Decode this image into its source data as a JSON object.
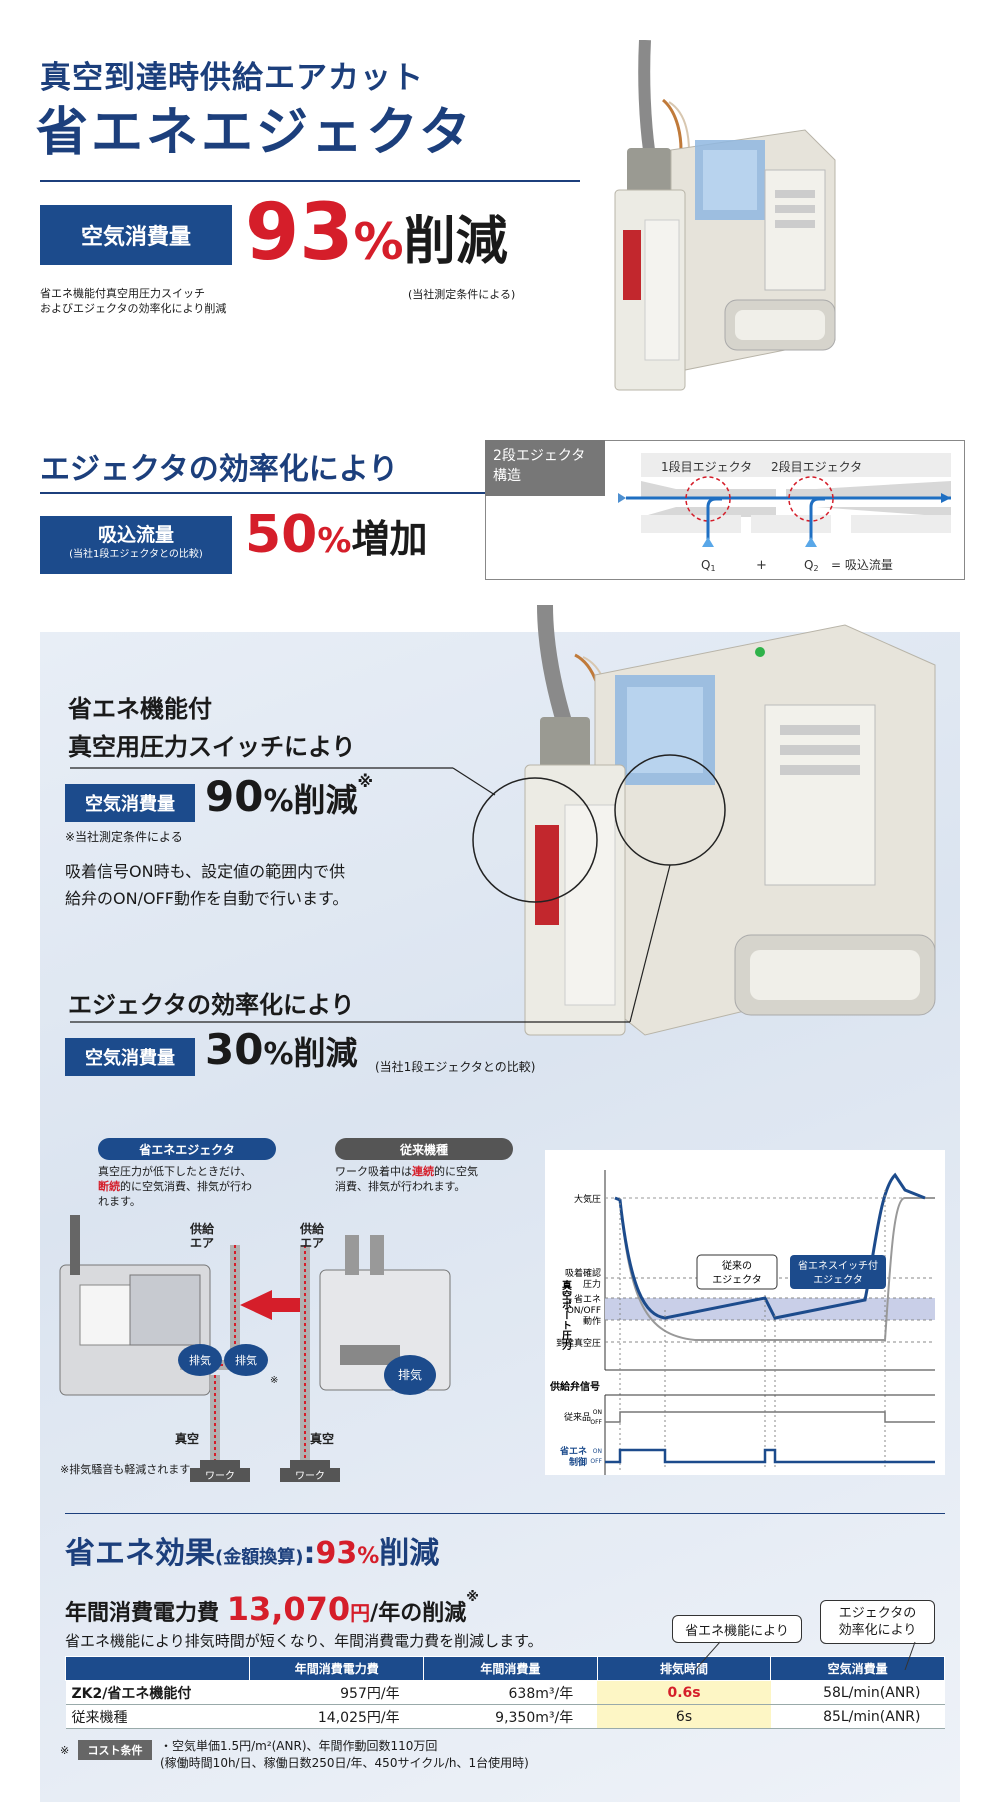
{
  "header": {
    "subtitle": "真空到達時供給エアカット",
    "title": "省エネエジェクタ",
    "consumption_label": "空気消費量",
    "reduction_value": "93",
    "reduction_unit": "%",
    "reduction_text": "削減",
    "note_left_1": "省エネ機能付真空用圧力スイッチ",
    "note_left_2": "およびエジェクタの効率化により削減",
    "note_right": "(当社測定条件による)"
  },
  "efficiency": {
    "heading": "エジェクタの効率化により",
    "label": "吸込流量",
    "label_sub": "(当社1段エジェクタとの比較)",
    "value": "50",
    "unit": "%",
    "text": "増加"
  },
  "ejector_structure": {
    "title_1": "2段エジェクタ",
    "title_2": "構造",
    "stage1": "1段目エジェクタ",
    "stage2": "2段目エジェクタ",
    "q1": "Q",
    "q1_sub": "1",
    "plus": "+",
    "q2": "Q",
    "q2_sub": "2",
    "equals": "= 吸込流量"
  },
  "blue_section": {
    "heading1_line1": "省エネ機能付",
    "heading1_line2": "真空用圧力スイッチにより",
    "label1": "空気消費量",
    "value1": "90",
    "unit1": "%",
    "text1": "削減",
    "mark1": "※",
    "note1": "※当社測定条件による",
    "desc_line1": "吸着信号ON時も、設定値の範囲内で供",
    "desc_line2": "給弁のON/OFF動作を自動で行います。",
    "heading2": "エジェクタの効率化により",
    "label2": "空気消費量",
    "value2": "30",
    "unit2": "%",
    "text2": "削減",
    "note2": "(当社1段エジェクタとの比較)"
  },
  "comparison": {
    "pill_eco": "省エネエジェクタ",
    "pill_old": "従来機種",
    "eco_desc_1": "真空圧力が低下したときだけ、",
    "eco_desc_2a": "断続",
    "eco_desc_2b": "的に空気消費、排気が行わ",
    "eco_desc_3": "れます。",
    "old_desc_1a": "ワーク吸着中は",
    "old_desc_1b": "連続",
    "old_desc_1c": "的に空気",
    "old_desc_2": "消費、排気が行われます。",
    "supply_air_1": "供給",
    "supply_air_2": "エア",
    "exhaust": "排気",
    "vacuum": "真空",
    "work": "ワーク",
    "exhaust_mark": "※",
    "footnote": "※排気騒音も軽減されます"
  },
  "graph": {
    "y_axis_label": "真空ポート圧力",
    "atm": "大気圧",
    "confirm_1": "吸着確認",
    "confirm_2": "圧力",
    "eco_op_1": "省エネ",
    "eco_op_2": "ON/OFF",
    "eco_op_3": "動作",
    "reach": "到達真空圧",
    "signal": "供給弁信号",
    "old_prod": "従来品",
    "eco_ctrl_1": "省エネ",
    "eco_ctrl_2": "制御",
    "on": "ON",
    "off": "OFF",
    "callout_old_1": "従来の",
    "callout_old_2": "エジェクタ",
    "callout_eco_1": "省エネスイッチ付",
    "callout_eco_2": "エジェクタ",
    "colors": {
      "eco": "#1c4b8c",
      "old": "#999999",
      "band": "#c9cfe8"
    }
  },
  "economy": {
    "heading_a": "省エネ効果",
    "heading_b": "(金額換算)",
    "heading_c": ":",
    "heading_value": "93",
    "heading_unit": "%",
    "heading_text": "削減",
    "sub_a": "年間消費電力費",
    "sub_value": "13,070",
    "sub_unit": "円",
    "sub_b": "/年の削減",
    "sub_mark": "※",
    "desc": "省エネ機能により排気時間が短くなり、年間消費電力費を削減します。",
    "callout1": "省エネ機能により",
    "callout2_1": "エジェクタの",
    "callout2_2": "効率化により"
  },
  "table": {
    "headers": [
      "",
      "年間消費電力費",
      "年間消費量",
      "排気時間",
      "空気消費量"
    ],
    "rows": [
      [
        "ZK2/省エネ機能付",
        "957円/年",
        "638m³/年",
        "0.6s",
        "58L/min(ANR)"
      ],
      [
        "従来機種",
        "14,025円/年",
        "9,350m³/年",
        "6s",
        "85L/min(ANR)"
      ]
    ]
  },
  "cost": {
    "mark": "※",
    "label": "コスト条件",
    "line1": "・空気単価1.5円/m²(ANR)、年間作動回数110万回",
    "line2": "(稼働時間10h/日、稼働日数250日/年、450サイクル/h、1台使用時)"
  }
}
